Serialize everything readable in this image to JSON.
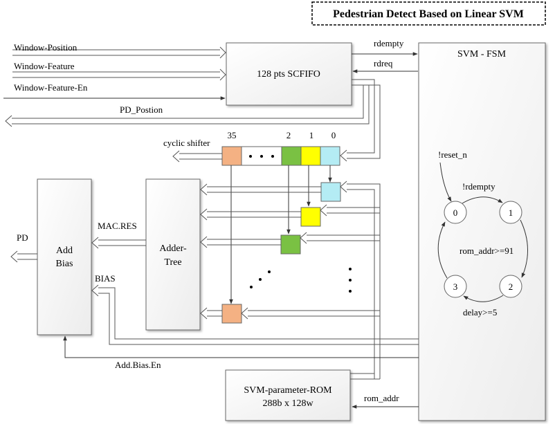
{
  "title": "Pedestrian Detect Based on Linear SVM",
  "inputs": {
    "window_position": "Window-Position",
    "window_feature": "Window-Feature",
    "window_feature_en": "Window-Feature-En",
    "pd_position": "PD_Postion"
  },
  "blocks": {
    "scfifo": "128 pts SCFIFO",
    "svm_fsm": "SVM - FSM",
    "add_bias_line1": "Add",
    "add_bias_line2": "Bias",
    "adder_tree_line1": "Adder-",
    "adder_tree_line2": "Tree",
    "rom_line1": "SVM-parameter-ROM",
    "rom_line2": "288b x 128w"
  },
  "signals": {
    "rdempty": "rdempty",
    "rdreq": "rdreq",
    "cyclic_shifter": "cyclic shifter",
    "mac_res": "MAC.RES",
    "bias": "BIAS",
    "pd": "PD",
    "add_bias_en": "Add.Bias.En",
    "rom_addr": "rom_addr"
  },
  "shifter": {
    "indices": [
      "35",
      "2",
      "1",
      "0"
    ],
    "colors": {
      "c35": "#f4b183",
      "c2": "#7ac143",
      "c1": "#ffff00",
      "c0": "#b4ecf4"
    }
  },
  "fsm": {
    "reset": "!reset_n",
    "states": [
      "0",
      "1",
      "2",
      "3"
    ],
    "t01": "!rdempty",
    "t12": "rom_addr>=91",
    "t23": "delay>=5"
  }
}
